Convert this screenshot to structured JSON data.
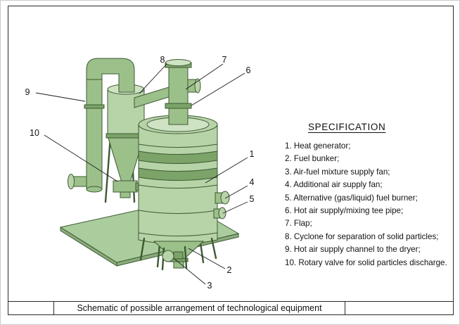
{
  "title_block": {
    "title": "Schematic of possible arrangement of technological equipment"
  },
  "specification": {
    "heading": "SPECIFICATION",
    "items": [
      "1. Heat generator;",
      "2. Fuel bunker;",
      "3. Air-fuel mixture supply fan;",
      "4. Additional air supply fan;",
      "5. Alternative (gas/liquid) fuel burner;",
      "6. Hot air supply/mixing tee pipe;",
      "7. Flap;",
      "8. Cyclone for separation of solid particles;",
      "9. Hot air supply channel to the dryer;",
      "10. Rotary valve for solid particles discharge."
    ]
  },
  "callouts": [
    "1",
    "2",
    "3",
    "4",
    "5",
    "6",
    "7",
    "8",
    "9",
    "10"
  ],
  "colors": {
    "equipment-pale": "#cfe2c3",
    "equipment-light": "#b7d3a8",
    "equipment-mid": "#9cc08a",
    "equipment-dark": "#7ca368",
    "equipment-outline": "#3c5a33",
    "base-plate": "#abcc9d",
    "base-plate-side": "#8cab7c",
    "leader-line": "#1c1c1c",
    "frame-line": "#2a2a2a",
    "text-color": "#111111"
  }
}
